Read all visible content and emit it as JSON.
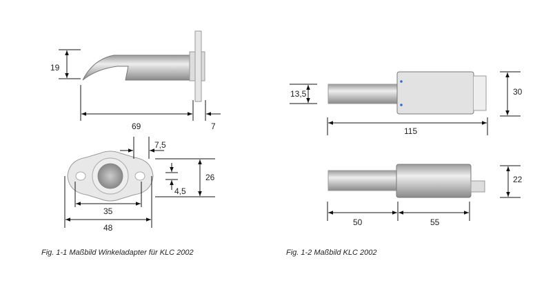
{
  "figure1": {
    "caption": "Fig. 1-1 Maßbild Winkeladapter für KLC 2002",
    "dims": {
      "height": "19",
      "length": "69",
      "flange": "7",
      "offset": "7,5",
      "plate_height": "26",
      "small": "4,5",
      "hole_spacing": "35",
      "plate_width": "48"
    }
  },
  "figure2": {
    "caption": "Fig. 1-2 Maßbild KLC 2002",
    "dims": {
      "cable": "13,5",
      "body_height": "30",
      "total": "115",
      "side_height": "22",
      "cable_len": "50",
      "body_len": "55"
    }
  },
  "colors": {
    "part": "#d8d8d8",
    "line": "#111111",
    "dot": "#2a6ccf"
  }
}
